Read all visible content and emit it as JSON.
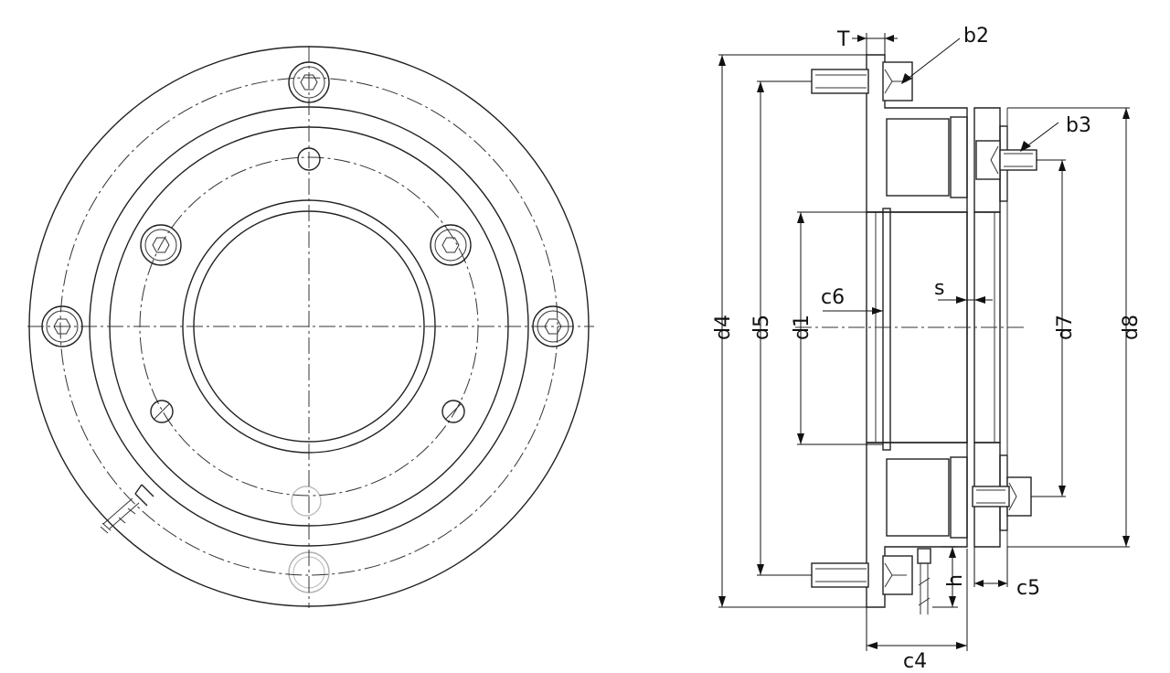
{
  "labels": {
    "T": "T",
    "b2": "b2",
    "b3": "b3",
    "c6": "c6",
    "s": "s",
    "h": "h",
    "c5": "c5",
    "c4": "c4",
    "d1": "d1",
    "d4": "d4",
    "d5": "d5",
    "d7": "d7",
    "d8": "d8"
  },
  "colors": {
    "line": "#222222",
    "background": "#ffffff"
  }
}
